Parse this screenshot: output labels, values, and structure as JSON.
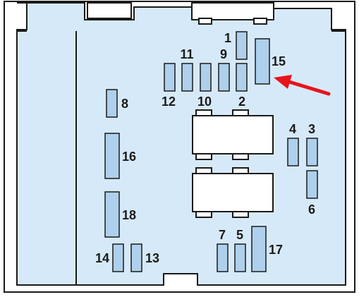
{
  "colors": {
    "panel": "#d6e9f8",
    "fuse": "#aed0ec",
    "relay": "#ffffff",
    "outline": "#1a1a1a",
    "arrow": "#e8141c"
  },
  "icons": {
    "pointer": "red-arrow-icon"
  },
  "fuses": [
    {
      "id": "1",
      "label": "1"
    },
    {
      "id": "2",
      "label": "2"
    },
    {
      "id": "3",
      "label": "3"
    },
    {
      "id": "4",
      "label": "4"
    },
    {
      "id": "5",
      "label": "5"
    },
    {
      "id": "6",
      "label": "6"
    },
    {
      "id": "7",
      "label": "7"
    },
    {
      "id": "8",
      "label": "8"
    },
    {
      "id": "9",
      "label": "9"
    },
    {
      "id": "10",
      "label": "10"
    },
    {
      "id": "11",
      "label": "11"
    },
    {
      "id": "12",
      "label": "12"
    },
    {
      "id": "13",
      "label": "13"
    },
    {
      "id": "14",
      "label": "14"
    },
    {
      "id": "15",
      "label": "15"
    },
    {
      "id": "16",
      "label": "16"
    },
    {
      "id": "17",
      "label": "17"
    },
    {
      "id": "18",
      "label": "18"
    }
  ],
  "relays": [
    {
      "id": "relay-upper"
    },
    {
      "id": "relay-lower"
    }
  ]
}
